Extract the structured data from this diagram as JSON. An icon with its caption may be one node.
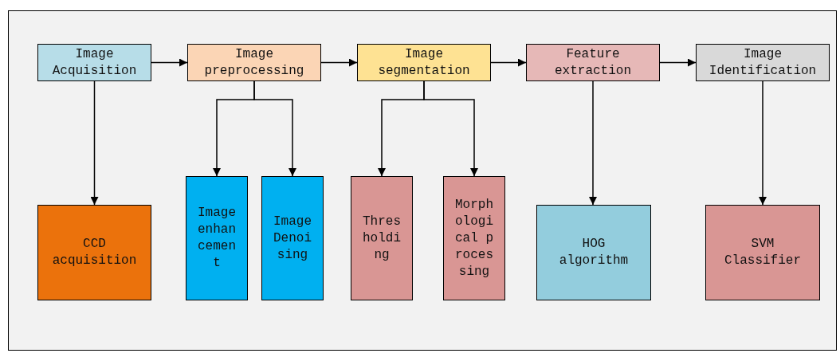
{
  "diagram": {
    "nodes": [
      {
        "text": [
          "Image Acquisition"
        ]
      },
      {
        "text": [
          "Image preprocessing"
        ]
      },
      {
        "text": [
          "Image segmentation"
        ]
      },
      {
        "text": [
          "Feature extraction"
        ]
      },
      {
        "text": [
          "Image Identification"
        ]
      },
      {
        "text": [
          "CCD acquisition"
        ]
      },
      {
        "text": [
          "Image enhancement"
        ]
      },
      {
        "text": [
          "Image Denoising"
        ]
      },
      {
        "text": [
          "Thresholding"
        ]
      },
      {
        "text": [
          "Morphological processing"
        ]
      },
      {
        "text": [
          "HOG algorithm"
        ]
      },
      {
        "text": [
          "SVM Classifier"
        ]
      }
    ],
    "edges": [
      {
        "from": 0,
        "to": 1,
        "arrow": "to"
      },
      {
        "from": 1,
        "to": 2,
        "arrow": "to"
      },
      {
        "from": 2,
        "to": 3,
        "arrow": "to"
      },
      {
        "from": 3,
        "to": 4,
        "arrow": "to"
      },
      {
        "from": 0,
        "to": 5,
        "arrow": "to"
      },
      {
        "from": 1,
        "to": 6,
        "arrow": "to"
      },
      {
        "from": 1,
        "to": 7,
        "arrow": "to"
      },
      {
        "from": 2,
        "to": 8,
        "arrow": "to"
      },
      {
        "from": 2,
        "to": 9,
        "arrow": "to"
      },
      {
        "from": 3,
        "to": 10,
        "arrow": "to"
      },
      {
        "from": 4,
        "to": 11,
        "arrow": "to"
      }
    ]
  }
}
